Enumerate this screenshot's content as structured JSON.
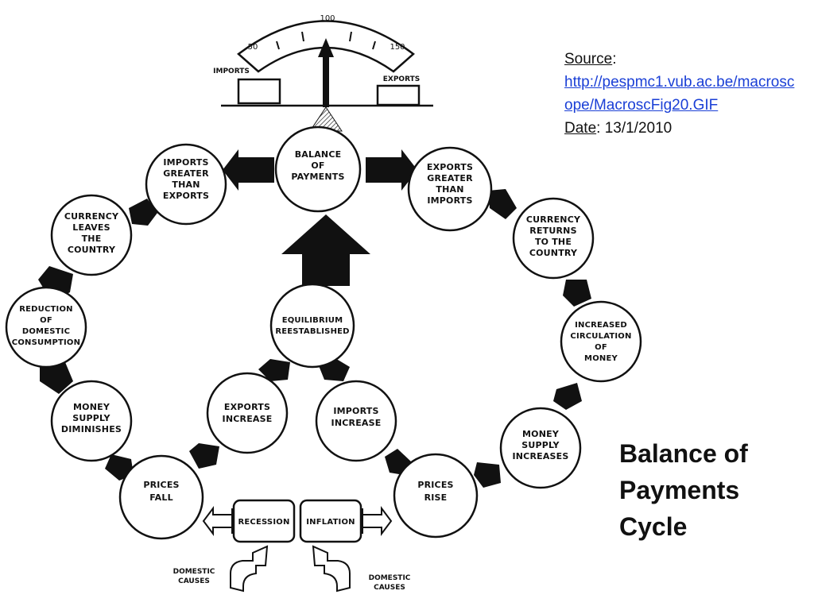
{
  "meta": {
    "source_label": "Source",
    "source_url": "http://pespmc1.vub.ac.be/macroscope/MacroscFig20.GIF",
    "date_label": "Date",
    "date_value": "13/1/2010"
  },
  "title": "Balance of Payments Cycle",
  "gauge": {
    "ticks": [
      "50",
      "100",
      "150"
    ],
    "left_label": "IMPORTS",
    "right_label": "EXPORTS"
  },
  "nodes": {
    "balance": [
      "BALANCE",
      "OF",
      "PAYMENTS"
    ],
    "imports_greater": [
      "IMPORTS",
      "GREATER",
      "THAN",
      "EXPORTS"
    ],
    "currency_leaves": [
      "CURRENCY",
      "LEAVES",
      "THE",
      "COUNTRY"
    ],
    "reduction": [
      "REDUCTION",
      "OF",
      "DOMESTIC",
      "CONSUMPTION"
    ],
    "money_diminishes": [
      "MONEY",
      "SUPPLY",
      "DIMINISHES"
    ],
    "prices_fall": [
      "PRICES",
      "FALL"
    ],
    "exports_increase": [
      "EXPORTS",
      "INCREASE"
    ],
    "equilibrium": [
      "EQUILIBRIUM",
      "REESTABLISHED"
    ],
    "imports_increase": [
      "IMPORTS",
      "INCREASE"
    ],
    "prices_rise": [
      "PRICES",
      "RISE"
    ],
    "money_increases": [
      "MONEY",
      "SUPPLY",
      "INCREASES"
    ],
    "circulation": [
      "INCREASED",
      "CIRCULATION",
      "OF",
      "MONEY"
    ],
    "currency_returns": [
      "CURRENCY",
      "RETURNS",
      "TO THE",
      "COUNTRY"
    ],
    "exports_greater": [
      "EXPORTS",
      "GREATER",
      "THAN",
      "IMPORTS"
    ]
  },
  "boxes": {
    "recession": "RECESSION",
    "inflation": "INFLATION"
  },
  "causes": {
    "left": [
      "DOMESTIC",
      "CAUSES"
    ],
    "right": [
      "DOMESTIC",
      "CAUSES"
    ]
  },
  "colors": {
    "ink": "#111111",
    "link": "#1a3fd6",
    "background": "#ffffff"
  }
}
